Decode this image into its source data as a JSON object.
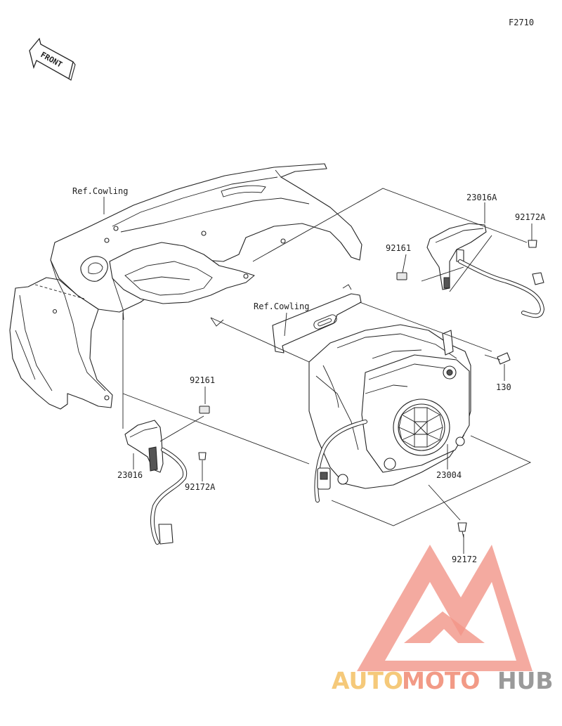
{
  "figure_code": "F2710",
  "front_label": "FRONT",
  "refs": {
    "cowling_upper": "Ref.Cowling",
    "cowling_bracket": "Ref.Cowling"
  },
  "parts": [
    {
      "number": "23016A"
    },
    {
      "number": "92172A"
    },
    {
      "number": "92161"
    },
    {
      "number": "130"
    },
    {
      "number": "92161"
    },
    {
      "number": "23016"
    },
    {
      "number": "92172A"
    },
    {
      "number": "23004"
    },
    {
      "number": "92172"
    }
  ],
  "watermark": {
    "part1": "AUTO",
    "part2": "MOTO",
    "part3": "HUB",
    "colors": {
      "auto": "#f5c97a",
      "moto": "#f29a86",
      "hub": "#9a9a9a",
      "logo": "#f08a7a"
    }
  }
}
